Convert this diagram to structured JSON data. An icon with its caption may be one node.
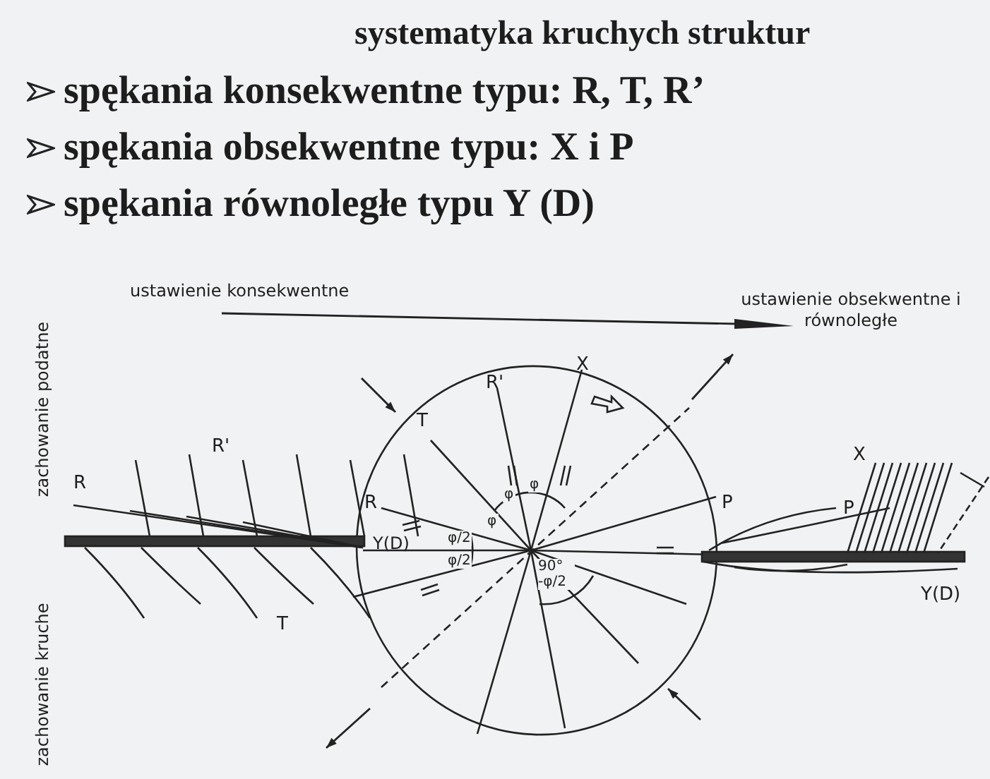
{
  "diagram": {
    "title": "systematyka kruchych struktur",
    "labels": [
      "spękania konsekwentne typu: R, T, R’",
      "spękania obsekwentne typu: X i P",
      "spękania równoległe typu Y (D)",
      "ustawienie konsekwentne",
      "ustawienie obsekwentne i równoległe",
      "zachowanie podatne",
      "zachowanie kruche",
      "X",
      "R'",
      "T",
      "R'",
      "R",
      "R",
      "φ",
      "φ",
      "φ",
      "P",
      "P",
      "X",
      "Y(D)",
      "φ/2",
      "φ/2",
      "90° -φ/2",
      "Y(D)",
      "T"
    ]
  }
}
